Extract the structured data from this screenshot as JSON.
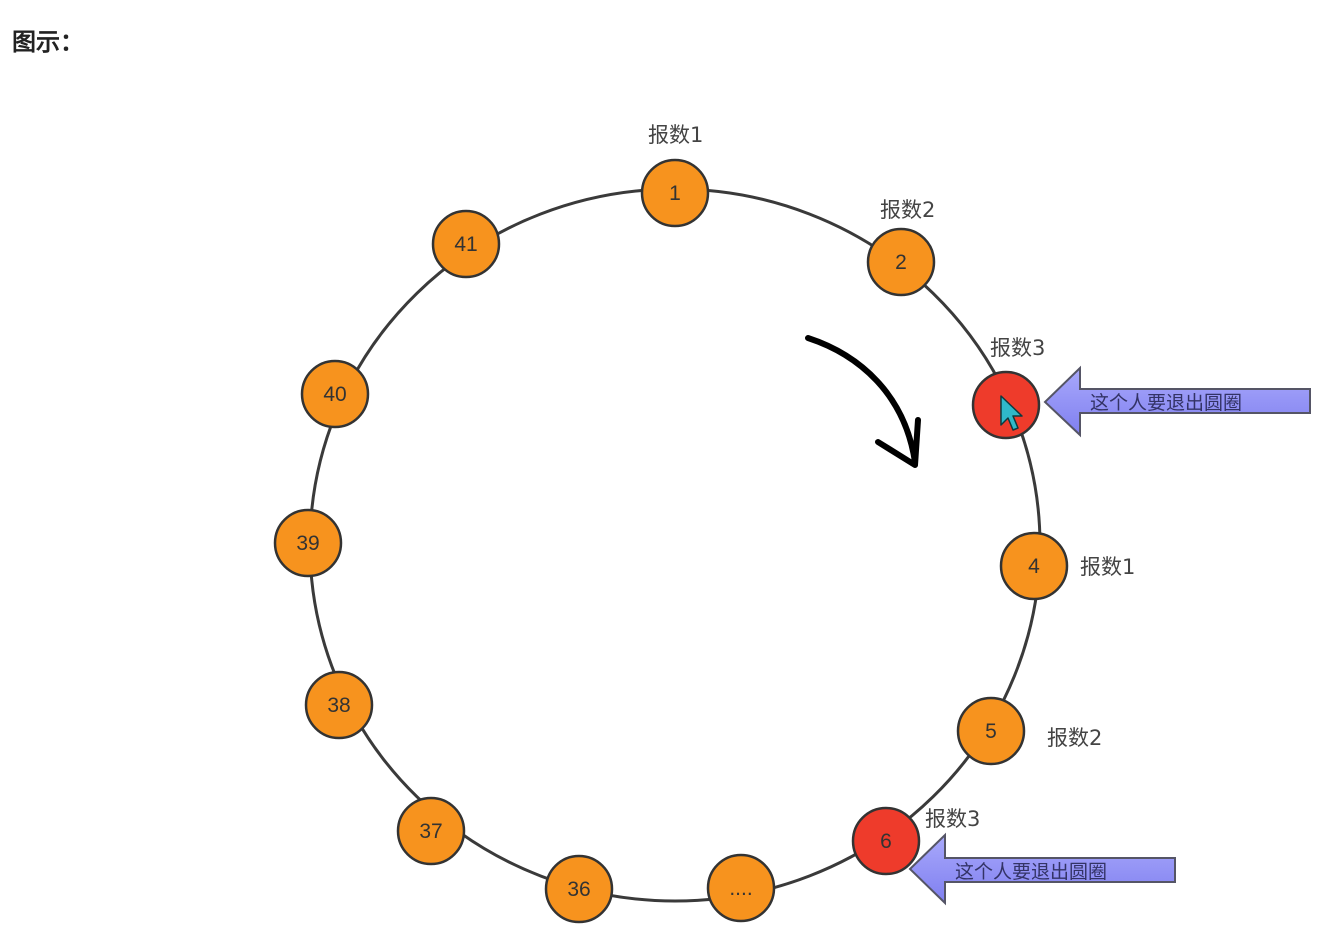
{
  "heading": "图示：",
  "colors": {
    "ring": "#3a3a3a",
    "node_default": "#f7931e",
    "node_exit": "#ee3b2b",
    "node_stroke": "#333333",
    "arrow_fill": "#8f8ff5",
    "arrow_stroke": "#555566",
    "direction_arrow": "#000000"
  },
  "nodes": [
    {
      "id": "n1",
      "label": "1",
      "state": "normal",
      "count": "报数1"
    },
    {
      "id": "n2",
      "label": "2",
      "state": "normal",
      "count": "报数2"
    },
    {
      "id": "n3",
      "label": "",
      "state": "exit",
      "count": "报数3",
      "pointer": "这个人要退出圆圈"
    },
    {
      "id": "n4",
      "label": "4",
      "state": "normal",
      "count": "报数1"
    },
    {
      "id": "n5",
      "label": "5",
      "state": "normal",
      "count": "报数2"
    },
    {
      "id": "n6",
      "label": "6",
      "state": "exit",
      "count": "报数3",
      "pointer": "这个人要退出圆圈"
    },
    {
      "id": "nd",
      "label": "....",
      "state": "normal",
      "count": ""
    },
    {
      "id": "n36",
      "label": "36",
      "state": "normal",
      "count": ""
    },
    {
      "id": "n37",
      "label": "37",
      "state": "normal",
      "count": ""
    },
    {
      "id": "n38",
      "label": "38",
      "state": "normal",
      "count": ""
    },
    {
      "id": "n39",
      "label": "39",
      "state": "normal",
      "count": ""
    },
    {
      "id": "n40",
      "label": "40",
      "state": "normal",
      "count": ""
    },
    {
      "id": "n41",
      "label": "41",
      "state": "normal",
      "count": ""
    }
  ]
}
